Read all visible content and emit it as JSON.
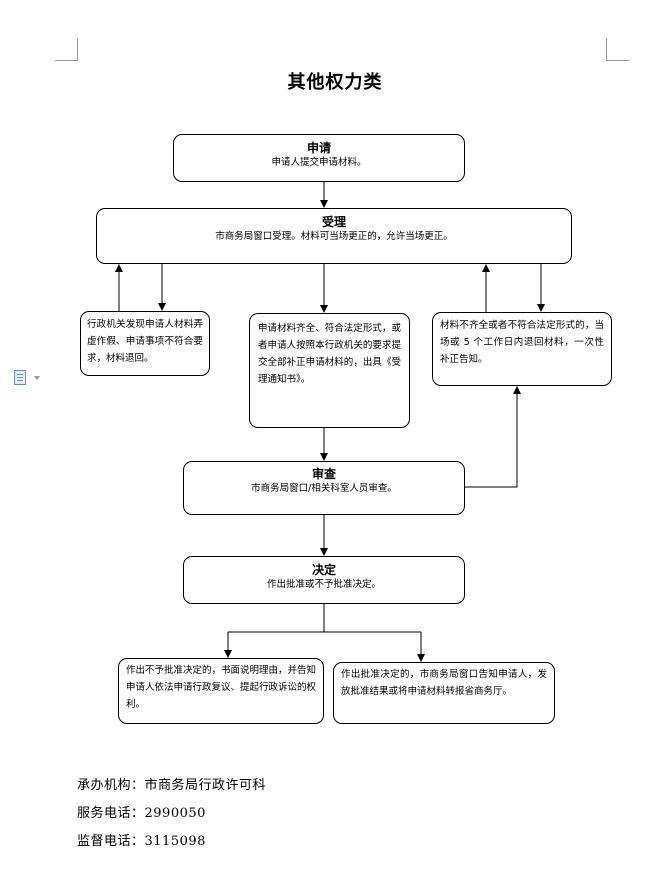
{
  "title": "其他权力类",
  "nodes": {
    "apply": {
      "title": "申请",
      "text": "申请人提交申请材料。"
    },
    "accept": {
      "title": "受理",
      "text": "市商务局窗口受理。材料可当场更正的，允许当场更正。"
    },
    "reject": {
      "text": "行政机关发现申请人材料弄虚作假、申请事项不符合要求，材料退回。"
    },
    "complete": {
      "text": "申请材料齐全、符合法定形式，或者申请人按照本行政机关的要求提交全部补正申请材料的，出具《受理通知书》。"
    },
    "incomplete": {
      "text": "材料不齐全或者不符合法定形式的，当场或 5 个工作日内退回材料，一次性补正告知。"
    },
    "review": {
      "title": "审查",
      "text": "市商务局窗口/相关科室人员审查。"
    },
    "decide": {
      "title": "决定",
      "text": "作出批准或不予批准决定。"
    },
    "deny": {
      "text": "作出不予批准决定的，书面说明理由，并告知申请人依法申请行政复议、提起行政诉讼的权利。"
    },
    "approve": {
      "text": "作出批准决定的，市商务局窗口告知申请人，发放批准结果或将申请材料转报省商务厅。"
    }
  },
  "footer": {
    "agency": "承办机构：市商务局行政许可科",
    "service_phone": "服务电话：2990050",
    "supervise_phone": "监督电话：3115098"
  },
  "icons": [
    "page-corner-left-icon",
    "page-corner-right-icon",
    "document-icon",
    "dropdown-arrow-icon"
  ]
}
